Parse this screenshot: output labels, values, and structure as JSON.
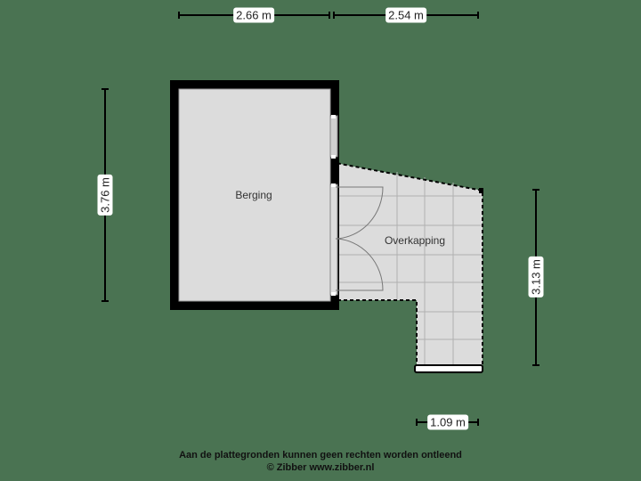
{
  "floorplan": {
    "background_color": "#4a7352",
    "rooms": [
      {
        "name": "Berging",
        "fill": "#dcdcdc"
      },
      {
        "name": "Overkapping",
        "fill": "#dcdcdc"
      }
    ],
    "dimensions": {
      "top_left": "2.66 m",
      "top_right": "2.54 m",
      "left": "3.76 m",
      "right": "3.13 m",
      "bottom": "1.09 m"
    }
  },
  "footer": {
    "disclaimer": "Aan de plattegronden kunnen geen rechten worden ontleend",
    "copyright": "© Zibber www.zibber.nl"
  }
}
